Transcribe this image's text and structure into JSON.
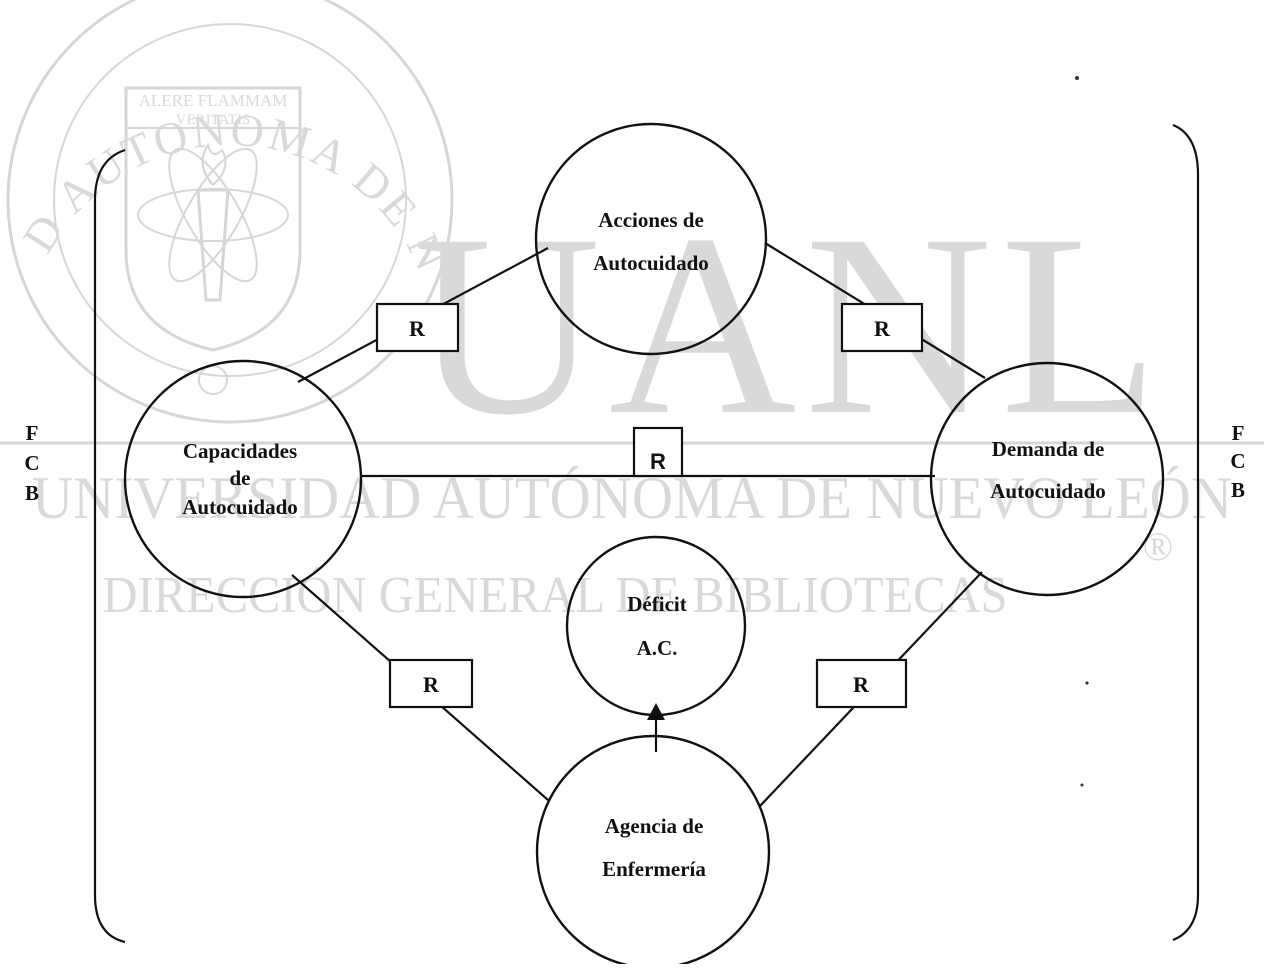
{
  "watermark": {
    "ring_text": "UNIVERSIDAD AUTONOMA DE NUEVO LEON",
    "motto_line1": "ALERE FLAMMAM",
    "motto_line2": "VERITATIS",
    "big_letters": "UANL",
    "university_line": "UNIVERSIDAD AUTÓNOMA DE NUEVO LEÓN",
    "directorate_line": "DIRECCIÓN GENERAL DE BIBLIOTECAS",
    "registered_mark": "®"
  },
  "diagram": {
    "nodes": {
      "acciones": {
        "line1": "Acciones de",
        "line2": "Autocuidado"
      },
      "capacidades": {
        "line1": "Capacidades",
        "line2": "de",
        "line3": "Autocuidado"
      },
      "demanda": {
        "line1": "Demanda de",
        "line2": "Autocuidado"
      },
      "deficit": {
        "line1": "Déficit",
        "line2": "A.C."
      },
      "agencia": {
        "line1": "Agencia de",
        "line2": "Enfermería"
      }
    },
    "relation_label": "R",
    "left_side": {
      "l1": "F",
      "l2": "C",
      "l3": "B"
    },
    "right_side": {
      "l1": "F",
      "l2": "C",
      "l3": "B"
    }
  }
}
